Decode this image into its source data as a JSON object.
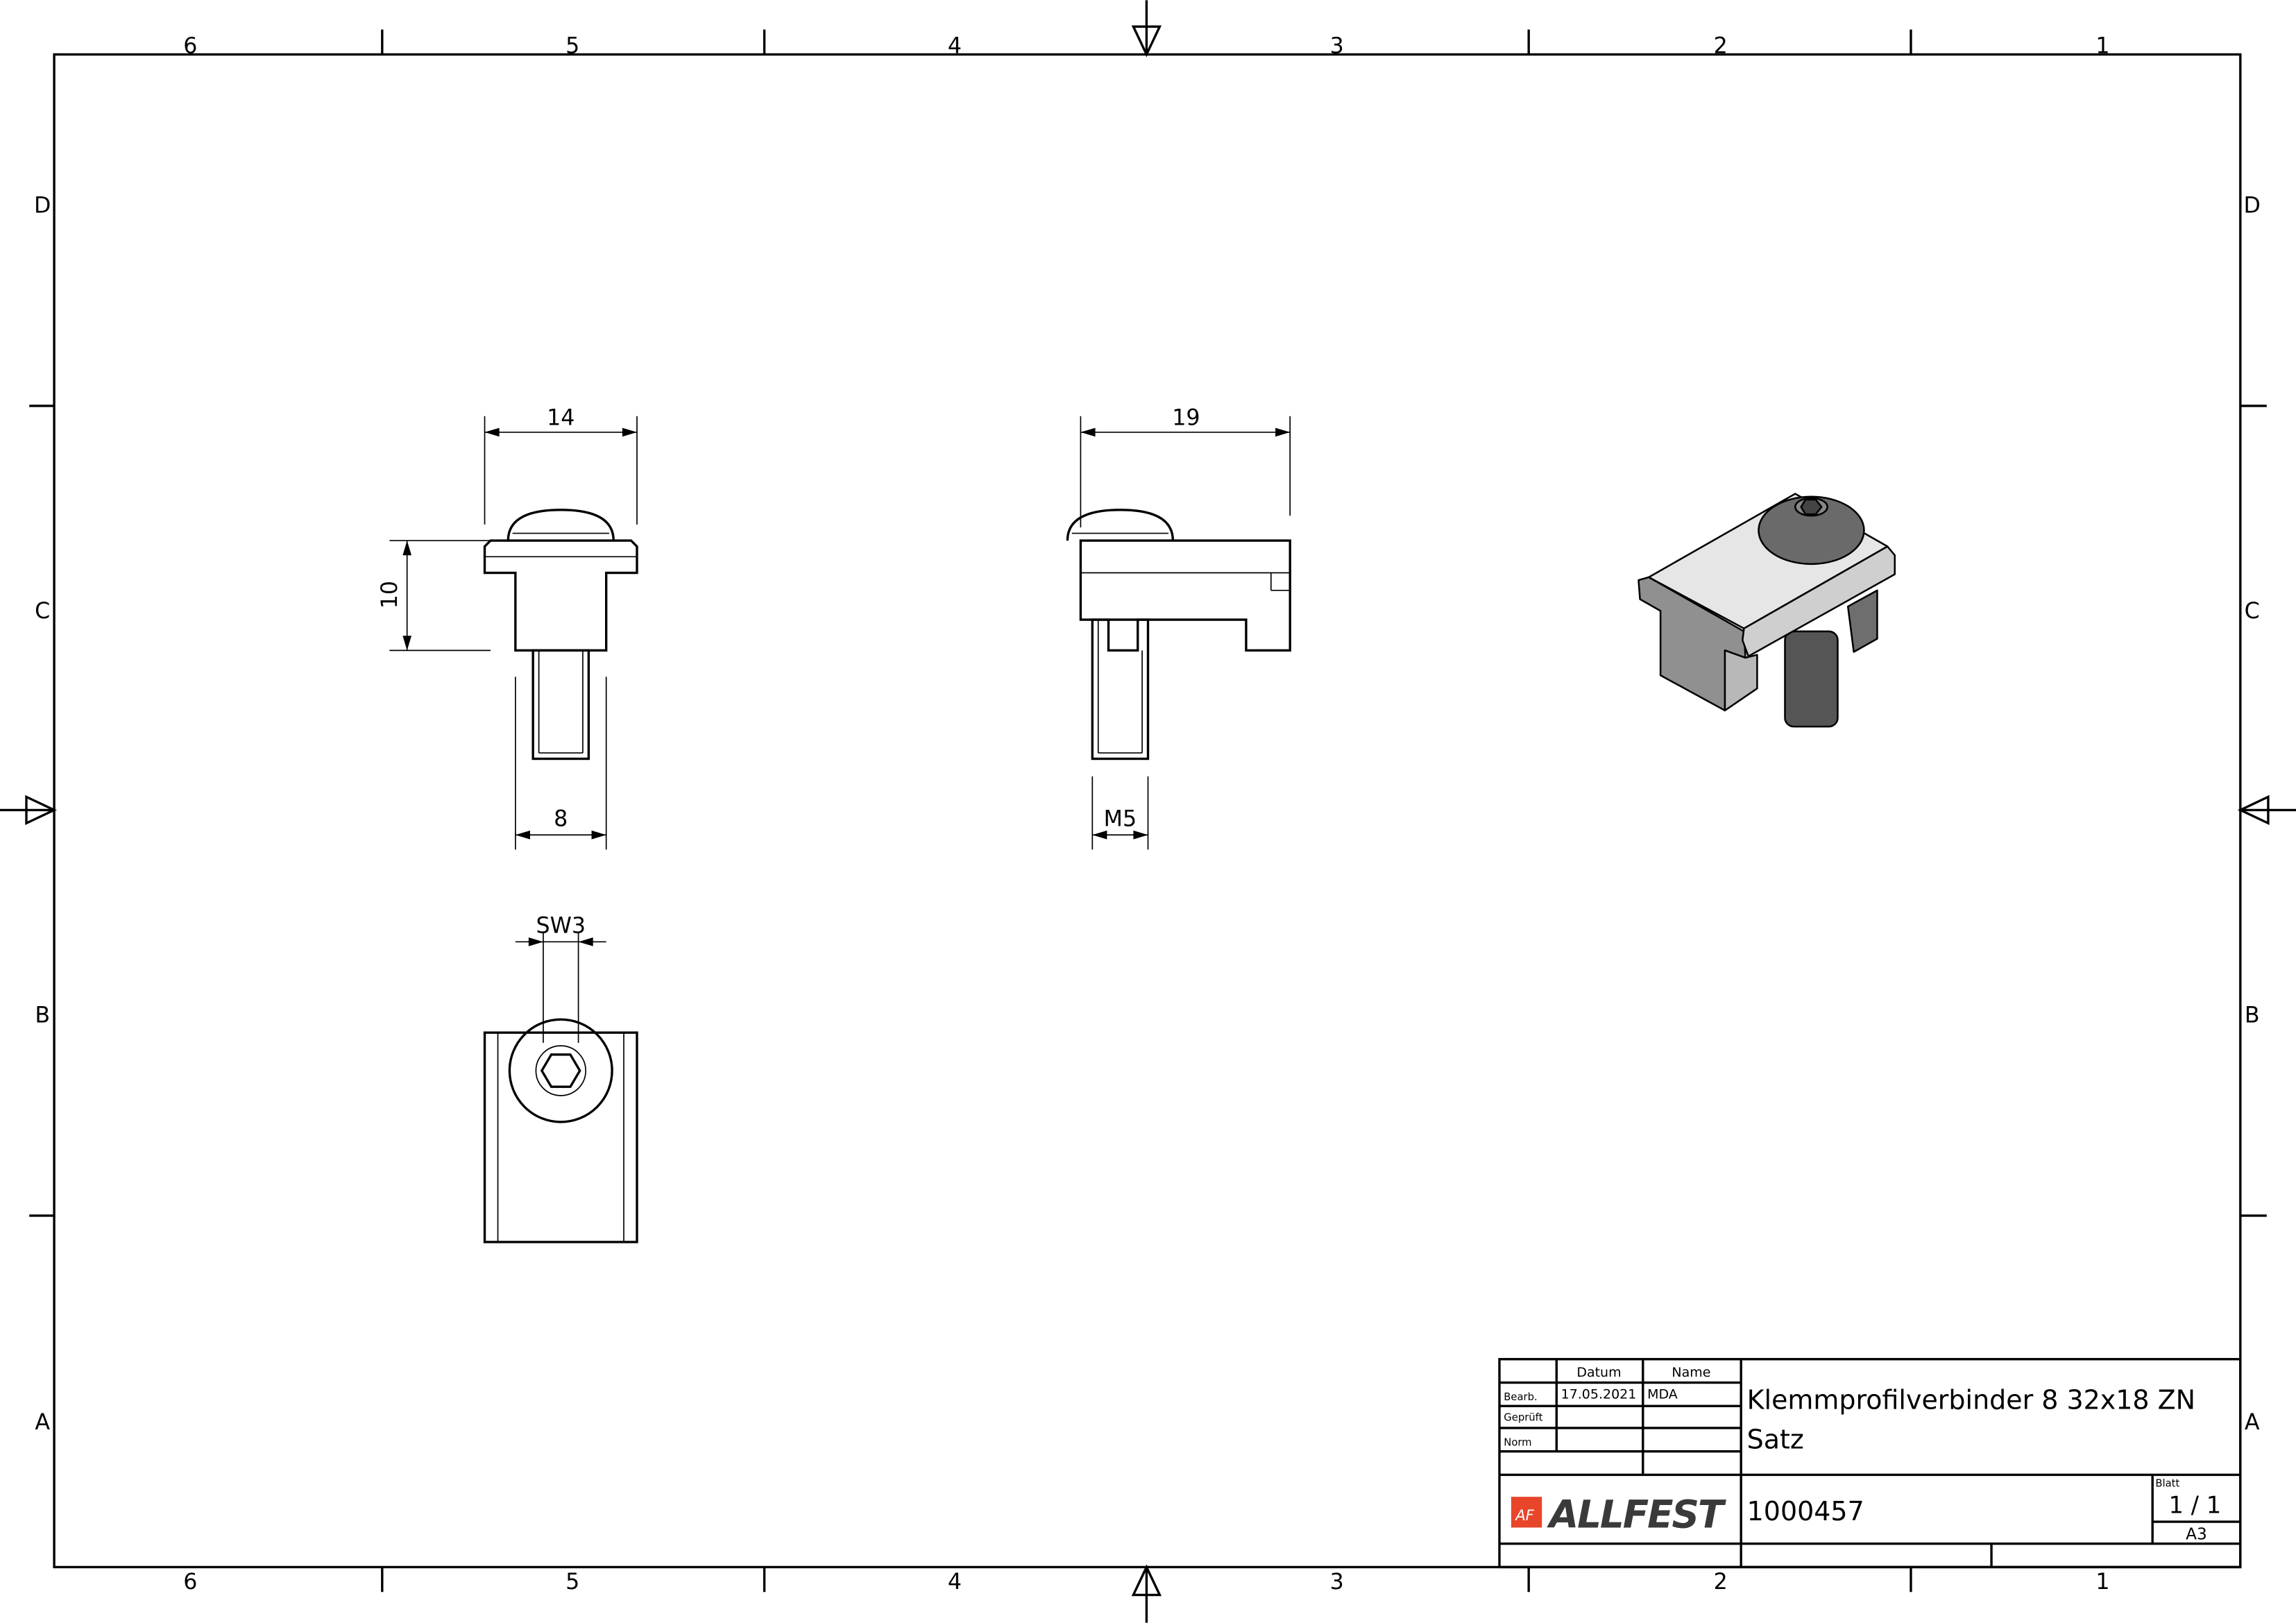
{
  "zones": {
    "columns": [
      "6",
      "5",
      "4",
      "3",
      "2",
      "1"
    ],
    "rows": [
      "D",
      "C",
      "B",
      "A"
    ]
  },
  "dimensions": {
    "front_width": "14",
    "front_height": "10",
    "shank_width": "8",
    "side_length": "19",
    "thread": "M5",
    "hex_key": "SW3"
  },
  "title_block": {
    "col_datum": "Datum",
    "col_name": "Name",
    "row_bearb": "Bearb.",
    "row_geprueft": "Geprüft",
    "row_norm": "Norm",
    "bearb_date": "17.05.2021",
    "bearb_name": "MDA",
    "title_line1": "Klemmprofilverbinder 8 32x18 ZN",
    "title_line2": "Satz",
    "logo_text": "ALLFEST",
    "drawing_number": "1000457",
    "sheet_label": "Blatt",
    "sheet_value": "1 / 1",
    "format": "A3"
  },
  "colors": {
    "logo_red": "#e8452a",
    "logo_gray": "#3a3a3a"
  }
}
